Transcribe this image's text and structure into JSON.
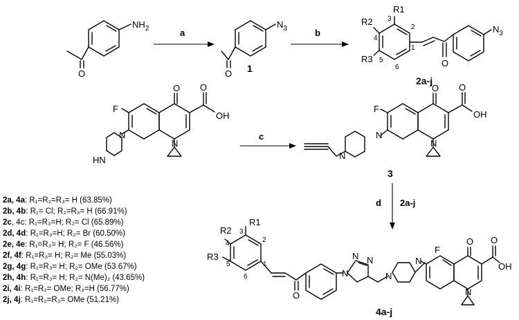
{
  "conditions": {
    "a": "a",
    "b": "b",
    "c": "c",
    "d": "d",
    "d_reagent": "2a-j"
  },
  "compound_labels": {
    "azide": "1",
    "chalcones": "2a-j",
    "alkyne": "3",
    "products": "4a-j"
  },
  "atoms": {
    "NH2": "NH",
    "NH2_sub": "2",
    "N3": "N",
    "N3_sub": "3",
    "O": "O",
    "F": "F",
    "OH": "OH",
    "N": "N",
    "HN": "HN",
    "R1": "R1",
    "R2": "R2",
    "R3": "R3"
  },
  "ring_positions": [
    "1",
    "2",
    "3",
    "4",
    "5",
    "6"
  ],
  "yields": [
    {
      "cmp": "2a, 4a",
      "sub": "R₁=R₂=R₃= H (63.85%)"
    },
    {
      "cmp": "2b, 4b",
      "sub": "R₁= Cl; R₂=R₃= H (66.91%)"
    },
    {
      "cmp": "2c",
      "sub": ", 4c: R₁=R₃=H; R₂= Cl (65.89%)"
    },
    {
      "cmp": "2d, 4d",
      "sub": "R₁=R₃=H; R₂= Br (60.50%)"
    },
    {
      "cmp": "2e, 4e",
      "sub": "R₁=R₃= H; R₂= F (46.56%)"
    },
    {
      "cmp": "2f, 4f",
      "sub": "R₁=R₃= H; R₂= Me (55.03%)"
    },
    {
      "cmp": "2g, 4g",
      "sub": "R₁=R₃= H; R₂= OMe (53.67%)"
    },
    {
      "cmp": "2h, 4h",
      "sub": "R₁=R₃= H; R₂= N(Me)₂ (43.65%)"
    },
    {
      "cmp": "2i, 4i",
      "sub": "R₁=R₂= OMe; R₃=H (56.77%)"
    },
    {
      "cmp": "2j, 4j",
      "sub": "R₁=R₂=R₃= OMe (51.21%)"
    }
  ]
}
